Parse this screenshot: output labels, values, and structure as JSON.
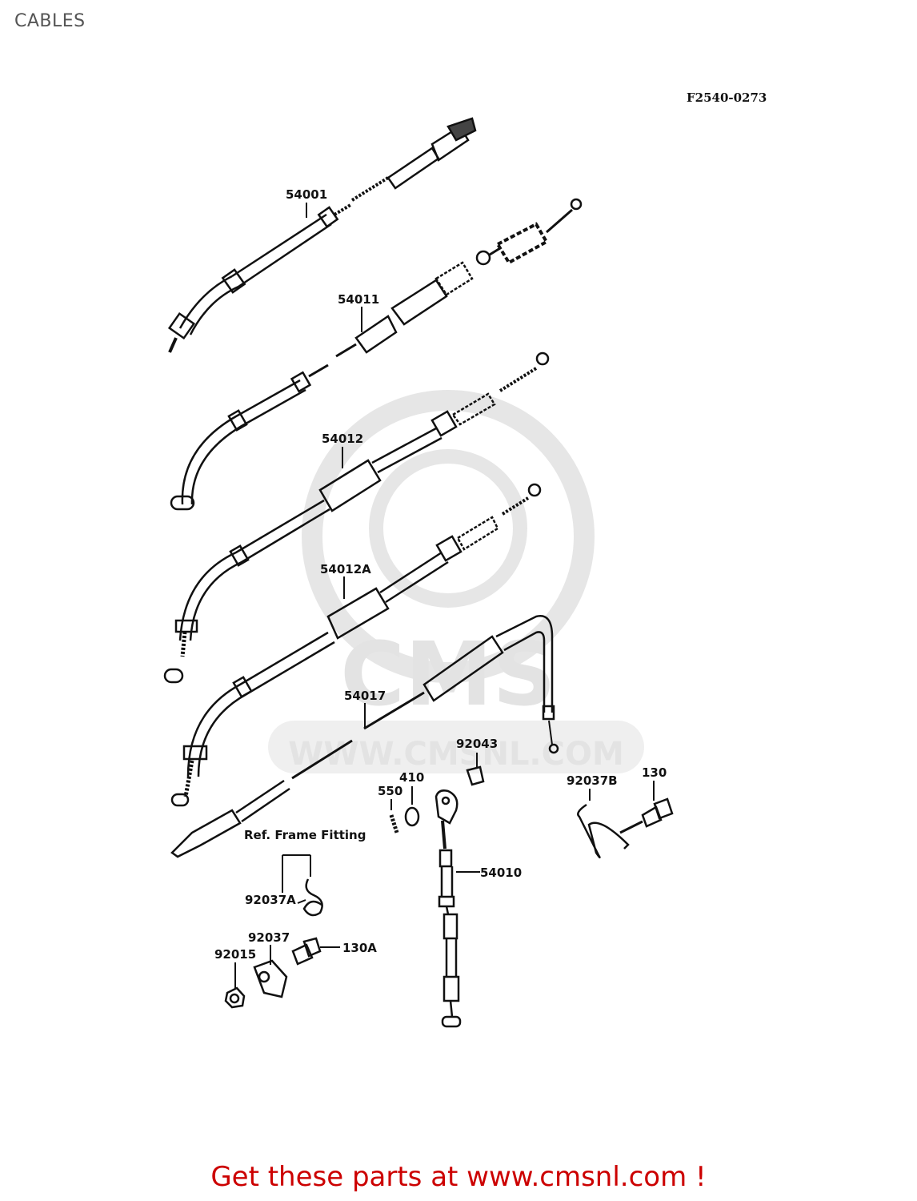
{
  "page": {
    "title": "CABLES"
  },
  "figure": {
    "code": "F2540-0273"
  },
  "watermark": {
    "brand": "CMS",
    "url": "WWW.CMSNL.COM"
  },
  "labels": {
    "p54001": "54001",
    "p54011": "54011",
    "p54012": "54012",
    "p54012A": "54012A",
    "p54017": "54017",
    "p92043": "92043",
    "p410": "410",
    "p550": "550",
    "p92037B": "92037B",
    "p130": "130",
    "ref_frame": "Ref. Frame Fitting",
    "p92037A": "92037A",
    "p54010": "54010",
    "p92037": "92037",
    "p92015": "92015",
    "p130A": "130A"
  },
  "cta": {
    "text": "Get these parts at www.cmsnl.com !"
  },
  "colors": {
    "cta": "#cc0000",
    "ink": "#111111",
    "watermark": "#e3e3e3"
  }
}
